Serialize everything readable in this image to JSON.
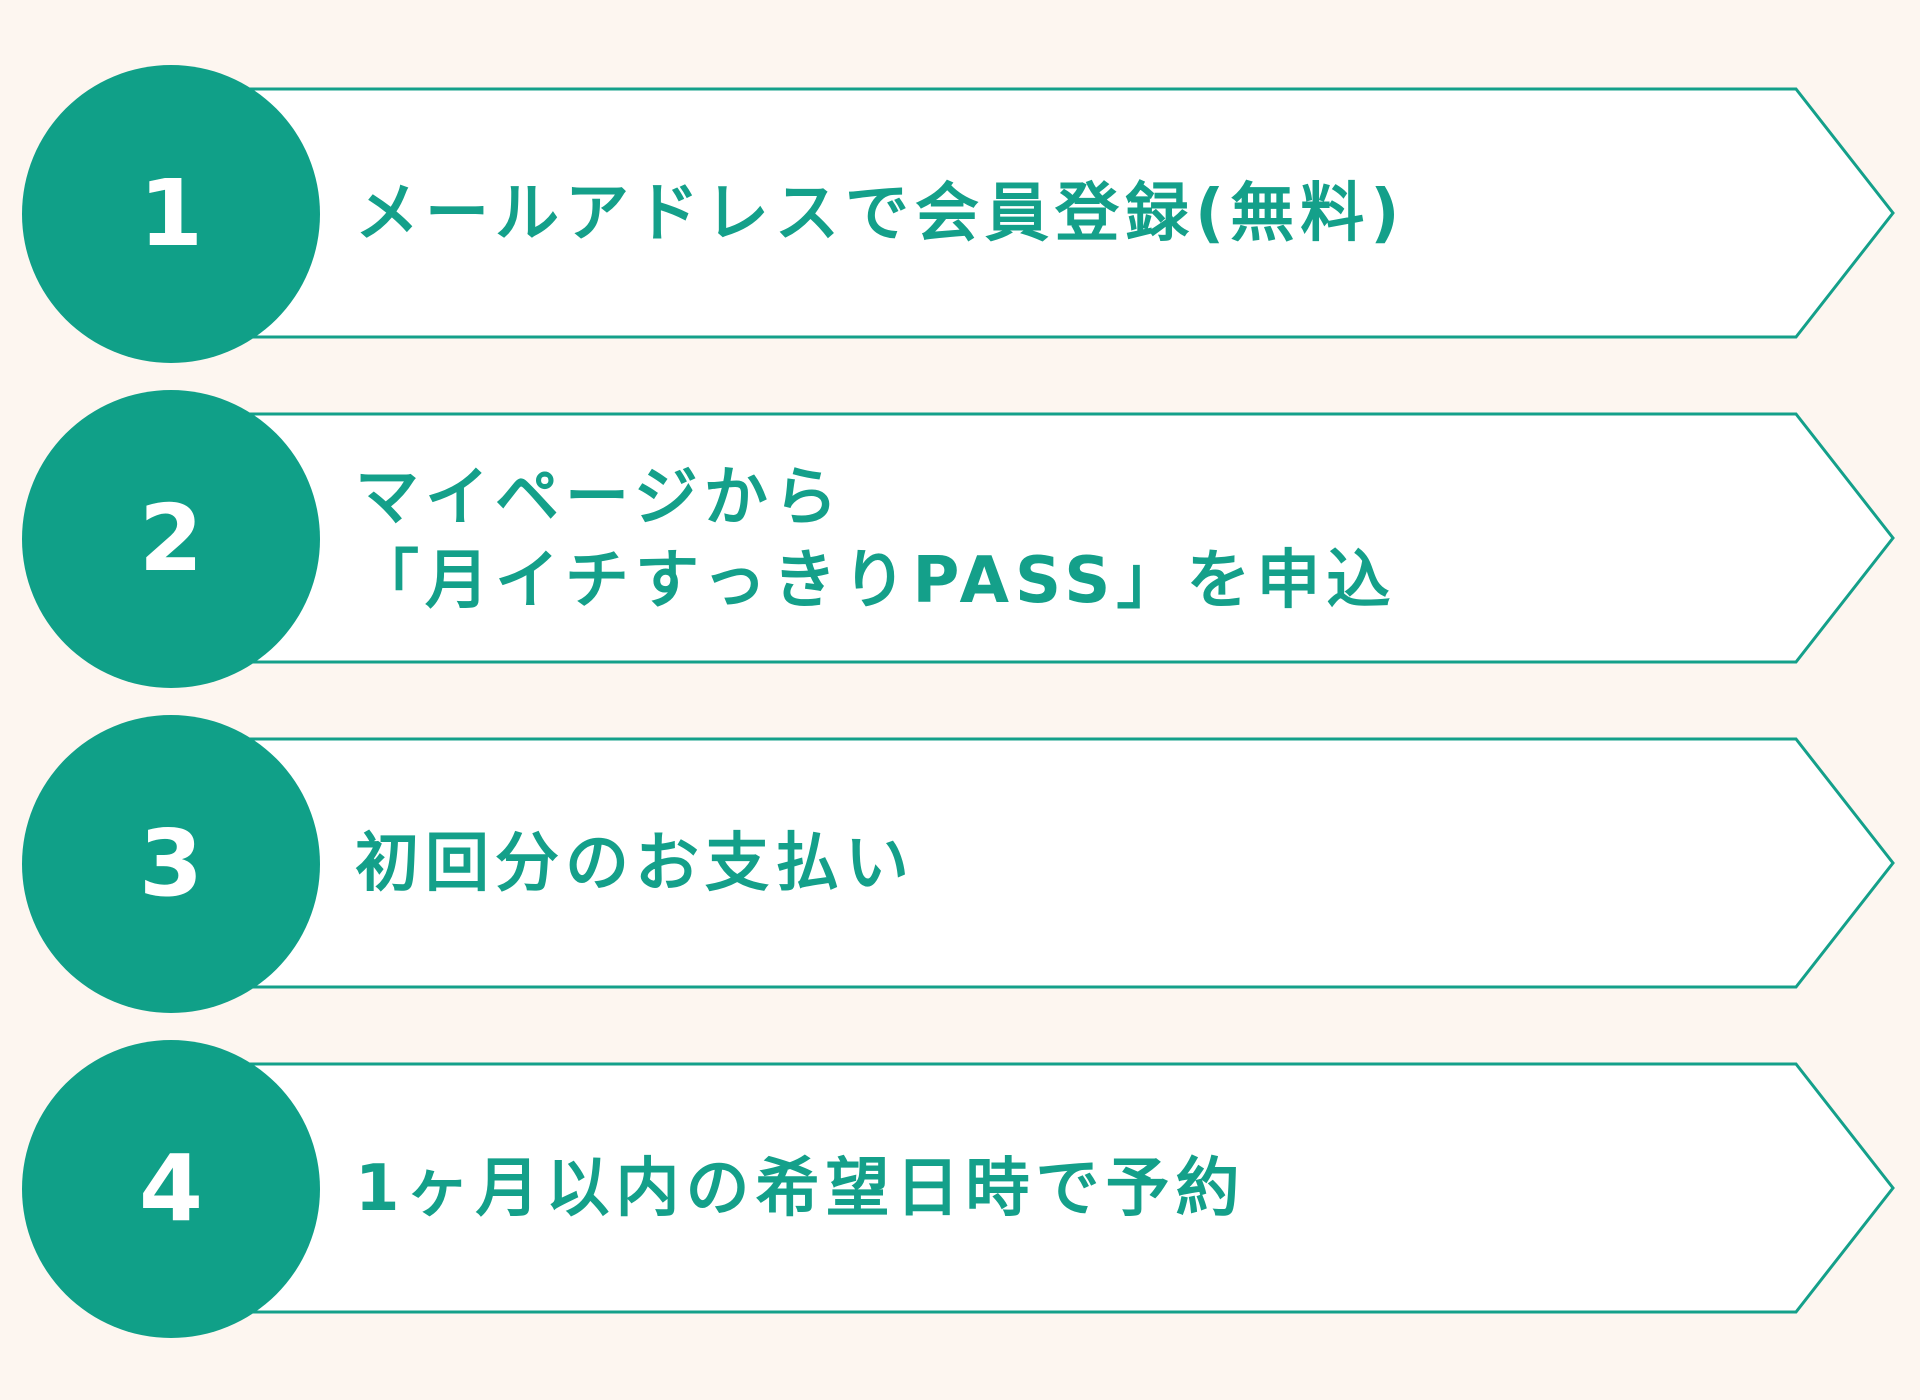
{
  "colors": {
    "background": "#fdf6f0",
    "accent": "#10a088",
    "text": "#14a08a",
    "number_text": "#ffffff"
  },
  "steps": [
    {
      "number": "1",
      "lines": [
        "メールアドレスで会員登録(無料)"
      ]
    },
    {
      "number": "2",
      "lines": [
        "マイページから",
        "「月イチすっきりPASS」を申込"
      ]
    },
    {
      "number": "3",
      "lines": [
        "初回分のお支払い"
      ]
    },
    {
      "number": "4",
      "lines": [
        "1ヶ月以内の希望日時で予約"
      ]
    }
  ]
}
